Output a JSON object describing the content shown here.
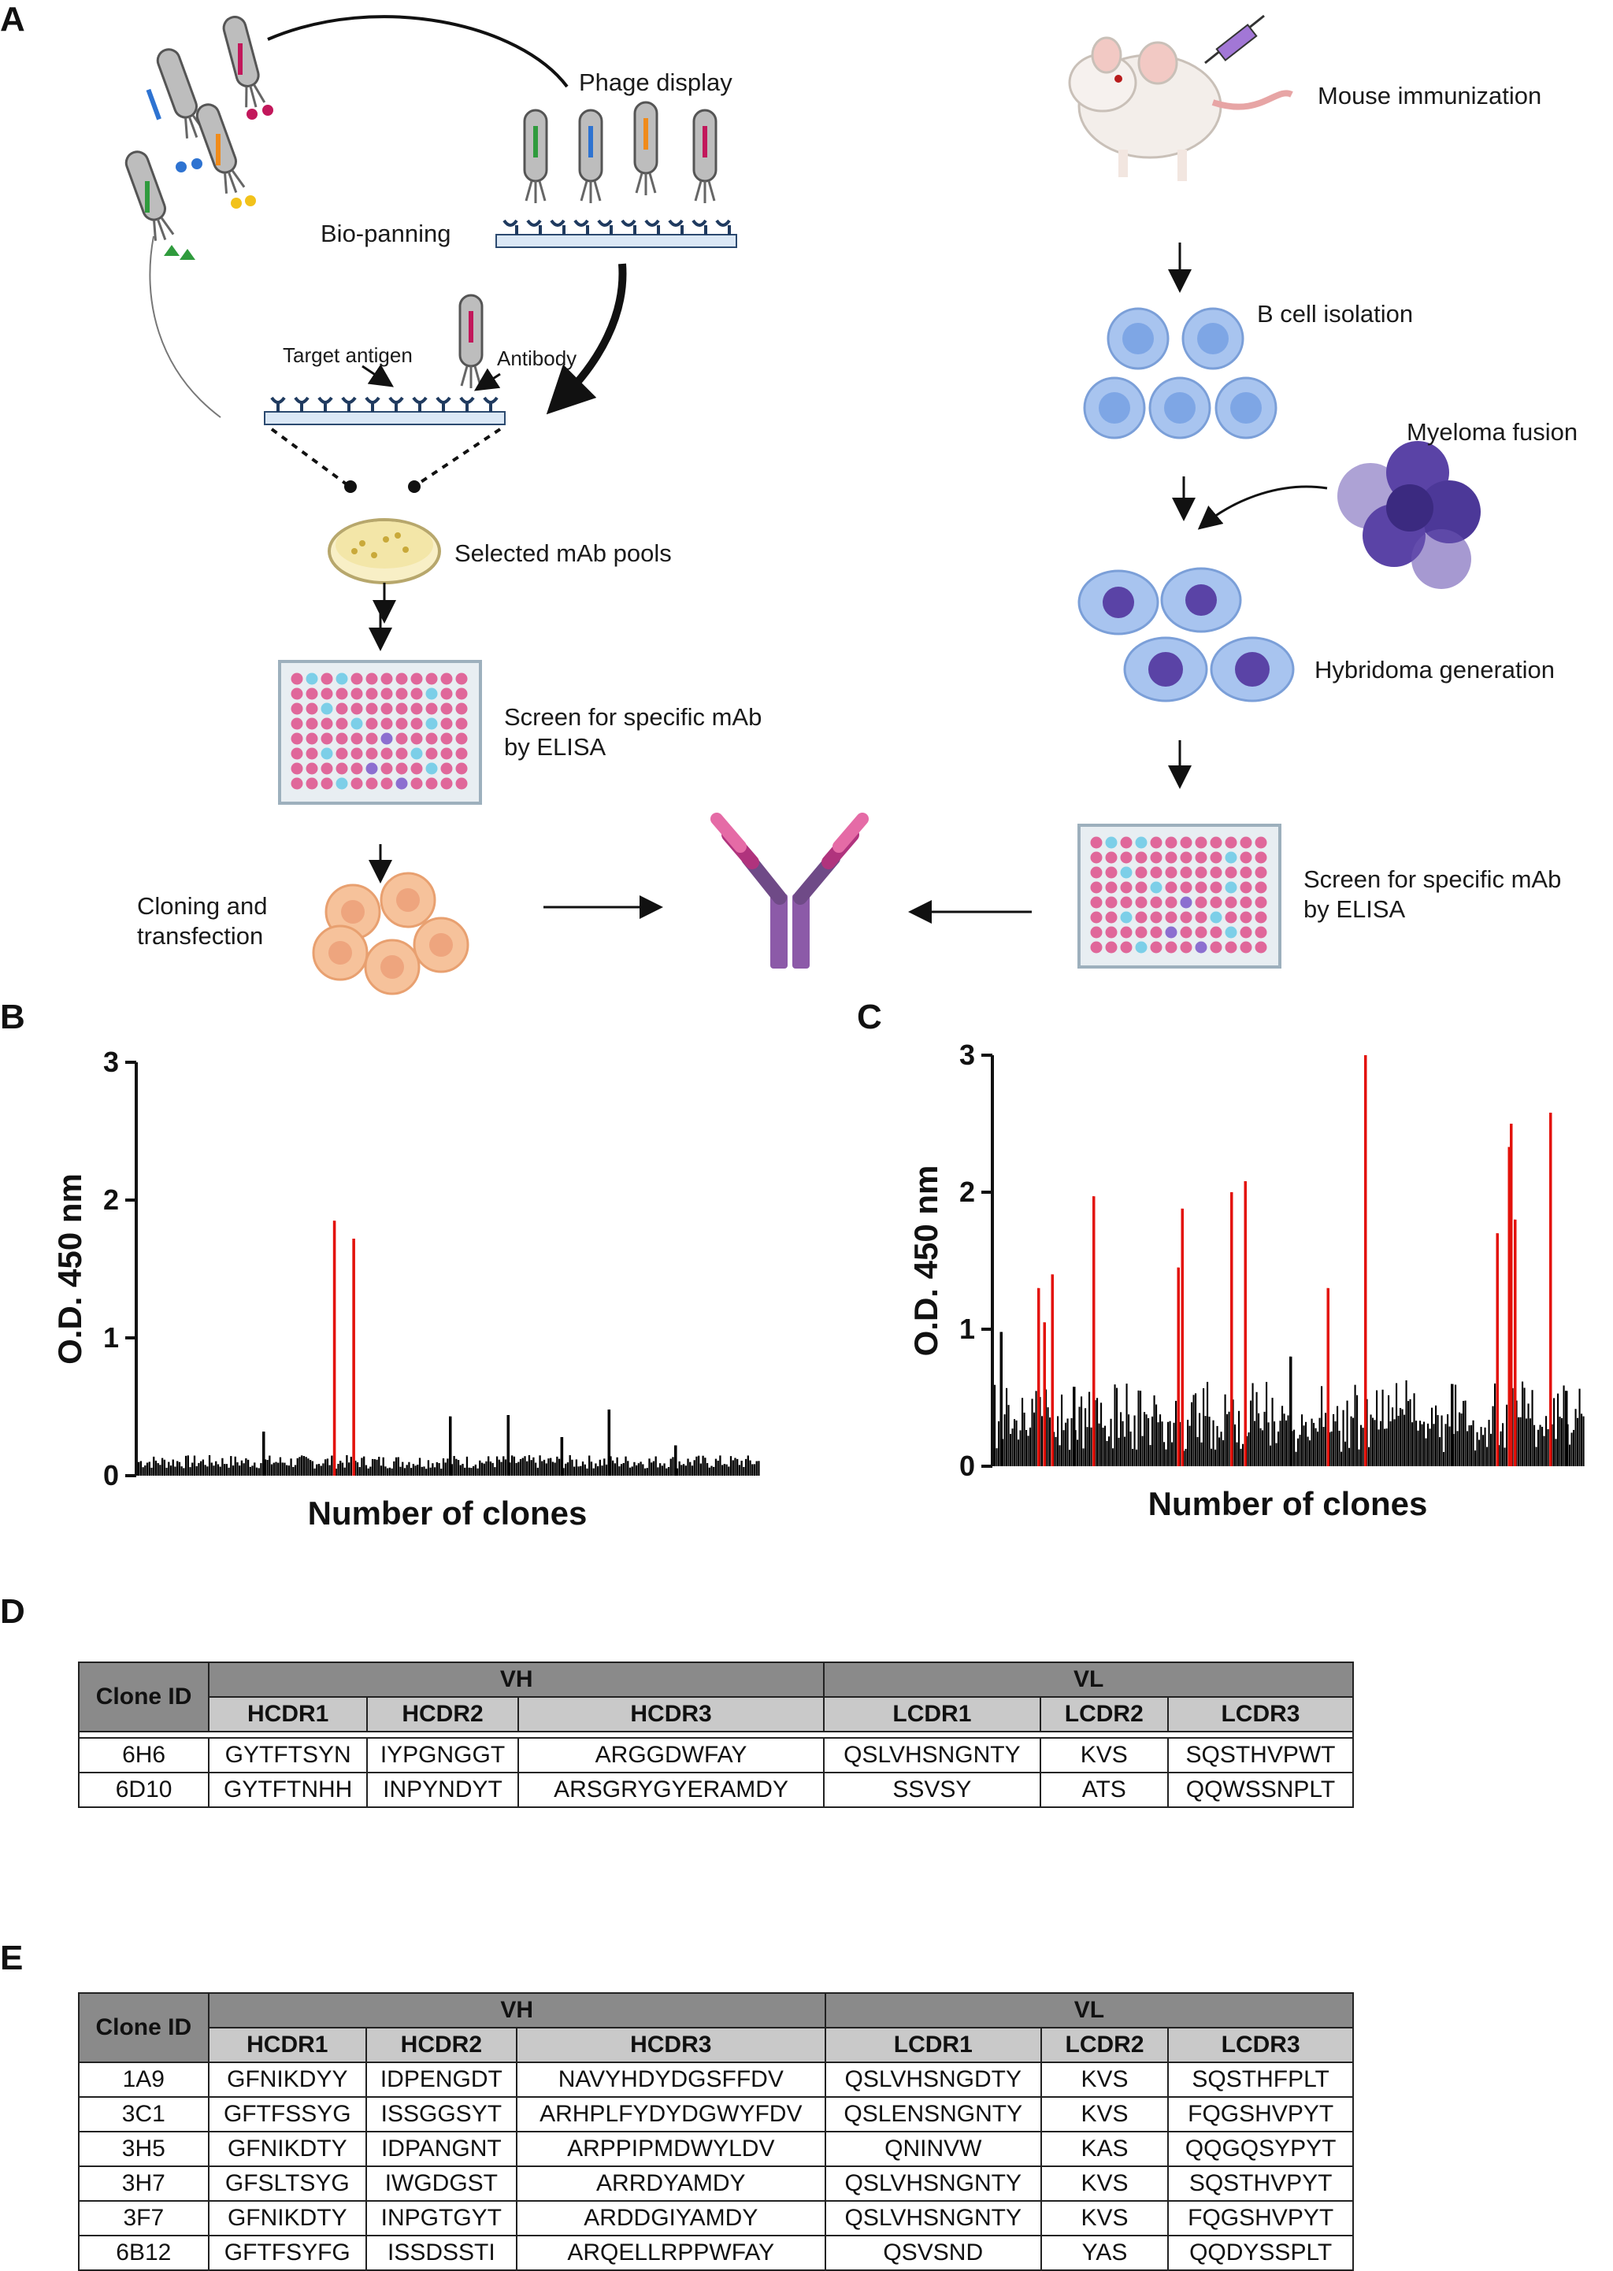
{
  "panels": {
    "a": "A",
    "b": "B",
    "c": "C",
    "d": "D",
    "e": "E"
  },
  "schematic": {
    "phage_display": "Phage display",
    "bio_panning": "Bio-panning",
    "target_antigen": "Target antigen",
    "antibody": "Antibody",
    "selected_pools": "Selected mAb pools",
    "screen_left_1": "Screen for specific mAb",
    "screen_left_2": "by ELISA",
    "cloning_1": "Cloning and",
    "cloning_2": "transfection",
    "mouse_immunization": "Mouse immunization",
    "b_cell_isolation": "B cell isolation",
    "myeloma_fusion": "Myeloma fusion",
    "hybridoma_generation": "Hybridoma generation",
    "screen_right_1": "Screen for specific mAb",
    "screen_right_2": "by ELISA"
  },
  "chart_data": [
    {
      "type": "bar",
      "panel": "B",
      "xlabel": "Number of clones",
      "ylabel": "O.D. 450 nm",
      "ylim": [
        0,
        3
      ],
      "yticks": [
        0,
        1,
        2,
        3
      ],
      "n_clones": 290,
      "baseline_range": [
        0.05,
        0.15
      ],
      "series": [
        {
          "color": "#e3120b",
          "points": [
            {
              "clone": 91,
              "od": 1.85
            },
            {
              "clone": 100,
              "od": 1.72
            }
          ]
        },
        {
          "color": "#000000",
          "points": [
            {
              "clone": 58,
              "od": 0.32
            },
            {
              "clone": 145,
              "od": 0.43
            },
            {
              "clone": 172,
              "od": 0.44
            },
            {
              "clone": 197,
              "od": 0.28
            },
            {
              "clone": 219,
              "od": 0.48
            },
            {
              "clone": 250,
              "od": 0.22
            }
          ]
        }
      ]
    },
    {
      "type": "bar",
      "panel": "C",
      "xlabel": "Number of clones",
      "ylabel": "O.D. 450 nm",
      "ylim": [
        0,
        3
      ],
      "yticks": [
        0,
        1,
        2,
        3
      ],
      "n_clones": 300,
      "series": [
        {
          "color": "#e3120b",
          "points": [
            {
              "clone": 22,
              "od": 1.3
            },
            {
              "clone": 25,
              "od": 1.05
            },
            {
              "clone": 29,
              "od": 1.4
            },
            {
              "clone": 50,
              "od": 1.97
            },
            {
              "clone": 93,
              "od": 1.45
            },
            {
              "clone": 95,
              "od": 1.88
            },
            {
              "clone": 120,
              "od": 2.0
            },
            {
              "clone": 127,
              "od": 2.08
            },
            {
              "clone": 169,
              "od": 1.3
            },
            {
              "clone": 188,
              "od": 3.0
            },
            {
              "clone": 255,
              "od": 1.7
            },
            {
              "clone": 261,
              "od": 2.33
            },
            {
              "clone": 262,
              "od": 2.5
            },
            {
              "clone": 264,
              "od": 1.8
            },
            {
              "clone": 282,
              "od": 2.58
            }
          ]
        },
        {
          "color": "#000000",
          "points": [
            {
              "clone": 3,
              "od": 0.98
            },
            {
              "clone": 40,
              "od": 0.58
            },
            {
              "clone": 150,
              "od": 0.8
            },
            {
              "clone": 232,
              "od": 0.6
            },
            {
              "clone": 290,
              "od": 0.55
            }
          ]
        }
      ]
    }
  ],
  "table_d": {
    "clone_id_header": "Clone ID",
    "vh_header": "VH",
    "vl_header": "VL",
    "columns": [
      "HCDR1",
      "HCDR2",
      "HCDR3",
      "LCDR1",
      "LCDR2",
      "LCDR3"
    ],
    "rows": [
      {
        "id": "6H6",
        "cells": [
          "GYTFTSYN",
          "IYPGNGGT",
          "ARGGDWFAY",
          "QSLVHSNGNTY",
          "KVS",
          "SQSTHVPWT"
        ]
      },
      {
        "id": "6D10",
        "cells": [
          "GYTFTNHH",
          "INPYNDYT",
          "ARSGRYGYERAMDY",
          "SSVSY",
          "ATS",
          "QQWSSNPLT"
        ]
      }
    ]
  },
  "table_e": {
    "clone_id_header": "Clone ID",
    "vh_header": "VH",
    "vl_header": "VL",
    "columns": [
      "HCDR1",
      "HCDR2",
      "HCDR3",
      "LCDR1",
      "LCDR2",
      "LCDR3"
    ],
    "rows": [
      {
        "id": "1A9",
        "cells": [
          "GFNIKDYY",
          "IDPENGDT",
          "NAVYHDYDGSFFDV",
          "QSLVHSNGDTY",
          "KVS",
          "SQSTHFPLT"
        ]
      },
      {
        "id": "3C1",
        "cells": [
          "GFTFSSYG",
          "ISSGGSYT",
          "ARHPLFYDYDGWYFDV",
          "QSLENSNGNTY",
          "KVS",
          "FQGSHVPYT"
        ]
      },
      {
        "id": "3H5",
        "cells": [
          "GFNIKDTY",
          "IDPANGNT",
          "ARPPIPMDWYLDV",
          "QNINVW",
          "KAS",
          "QQGQSYPYT"
        ]
      },
      {
        "id": "3H7",
        "cells": [
          "GFSLTSYG",
          "IWGDGST",
          "ARRDYAMDY",
          "QSLVHSNGNTY",
          "KVS",
          "SQSTHVPYT"
        ]
      },
      {
        "id": "3F7",
        "cells": [
          "GFNIKDTY",
          "INPGTGYT",
          "ARDDGIYAMDY",
          "QSLVHSNGNTY",
          "KVS",
          "FQGSHVPYT"
        ]
      },
      {
        "id": "6B12",
        "cells": [
          "GFTFSYFG",
          "ISSDSSTI",
          "ARQELLRPPWFAY",
          "QSVSND",
          "YAS",
          "QQDYSSPLT"
        ]
      }
    ]
  }
}
